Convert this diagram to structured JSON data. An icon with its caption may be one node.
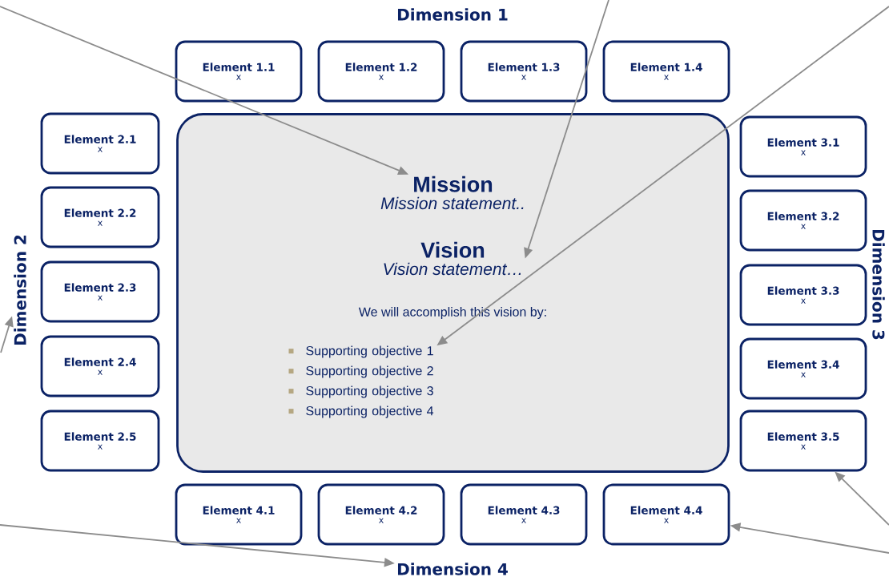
{
  "diagram": {
    "nodes": [
      {
        "text": [
          "Dimension 1"
        ]
      },
      {
        "text": [
          "Element 1.1",
          "x"
        ]
      },
      {
        "text": [
          "Element 1.2",
          "x"
        ]
      },
      {
        "text": [
          "Element 1.3",
          "x"
        ]
      },
      {
        "text": [
          "Element 1.4",
          "x"
        ]
      },
      {
        "text": [
          "Dimension 2"
        ]
      },
      {
        "text": [
          "Element 2.1",
          "x"
        ]
      },
      {
        "text": [
          "Element 2.2",
          "x"
        ]
      },
      {
        "text": [
          "Element 2.3",
          "x"
        ]
      },
      {
        "text": [
          "Element 2.4",
          "x"
        ]
      },
      {
        "text": [
          "Element 2.5",
          "x"
        ]
      },
      {
        "text": [
          "We will accomplish this vision by:"
        ]
      },
      {
        "text": [
          "Mission",
          "Mission statement.."
        ],
        "in": 11
      },
      {
        "text": [
          "Vision",
          "Vision statement…"
        ],
        "in": 11
      },
      {
        "text": [
          "Supporting objective 1",
          "Supporting objective 2",
          "Supporting objective 3",
          "Supporting objective 4"
        ],
        "in": 11
      },
      {
        "text": [
          "Element 3.1",
          "x"
        ]
      },
      {
        "text": [
          "Element 3.2",
          "x"
        ]
      },
      {
        "text": [
          "Element 3.3",
          "x"
        ]
      },
      {
        "text": [
          "Element 3.4",
          "x"
        ]
      },
      {
        "text": [
          "Element 3.5",
          "x"
        ]
      },
      {
        "text": [
          "Dimension 3"
        ]
      },
      {
        "text": [
          "Element 4.1",
          "x"
        ]
      },
      {
        "text": [
          "Element 4.2",
          "x"
        ]
      },
      {
        "text": [
          "Element 4.3",
          "x"
        ]
      },
      {
        "text": [
          "Element 4.4",
          "x"
        ]
      },
      {
        "text": [
          "Dimension 4"
        ]
      }
    ],
    "edges": [
      {
        "from": null,
        "to": 12,
        "arrow": "to"
      },
      {
        "from": null,
        "to": 13,
        "arrow": "to"
      },
      {
        "from": null,
        "to": 14,
        "arrow": "to"
      },
      {
        "from": null,
        "to": 5,
        "arrow": "to"
      },
      {
        "from": null,
        "to": 25,
        "arrow": "to"
      },
      {
        "from": null,
        "to": 24,
        "arrow": "to"
      },
      {
        "from": null,
        "to": 19,
        "arrow": "to"
      }
    ]
  }
}
